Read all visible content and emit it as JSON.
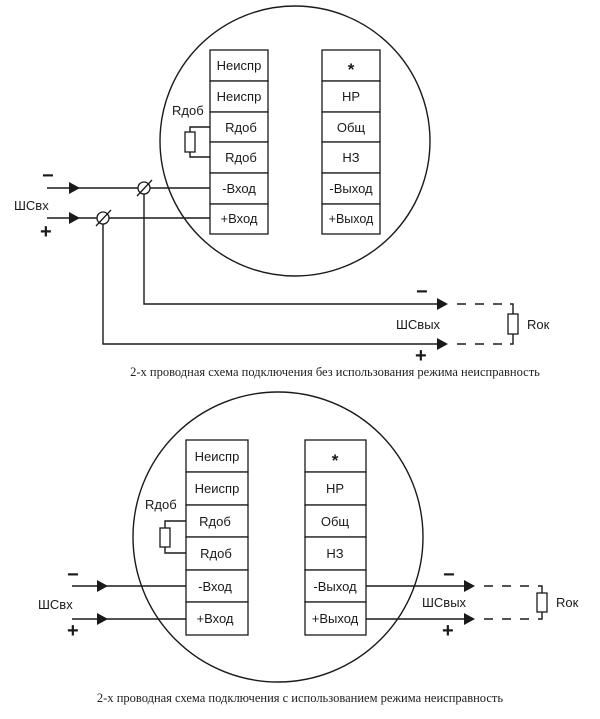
{
  "diagrams": [
    {
      "caption": "2-х проводная схема подключения без использования режима неисправность",
      "left_terminals": [
        "Неиспр",
        "Неиспр",
        "Rдоб",
        "Rдоб",
        "-Вход",
        "+Вход"
      ],
      "right_terminals": [
        "*",
        "НР",
        "Общ",
        "НЗ",
        "-Выход",
        "+Выход"
      ],
      "resistor_label": "Rдоб",
      "input_label": "ШСвх",
      "output_label": "ШСвых",
      "end_resistor_label": "Rок",
      "minus_sign": "−",
      "plus_sign": "+"
    },
    {
      "caption": "2-х проводная схема подключения с использованием режима неисправность",
      "left_terminals": [
        "Неиспр",
        "Неиспр",
        "Rдоб",
        "Rдоб",
        "-Вход",
        "+Вход"
      ],
      "right_terminals": [
        "*",
        "НР",
        "Общ",
        "НЗ",
        "-Выход",
        "+Выход"
      ],
      "resistor_label": "Rдоб",
      "input_label": "ШСвх",
      "output_label": "ШСвых",
      "end_resistor_label": "Rок",
      "minus_sign": "−",
      "plus_sign": "+"
    }
  ]
}
